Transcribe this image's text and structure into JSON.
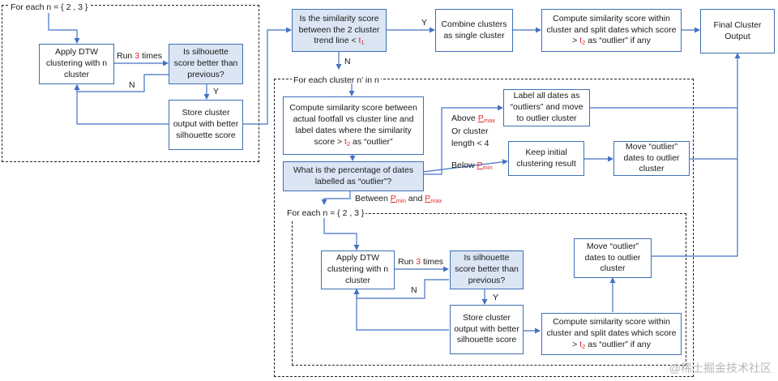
{
  "frame_labels": {
    "outer_loop": "For each n = { 2 , 3 }",
    "cluster_loop": "For each cluster n’ in n",
    "inner_loop": "For each n = { 2 , 3 }"
  },
  "nodes": {
    "apply_dtw_1": "Apply DTW clustering with n cluster",
    "silhouette_1": "Is silhouette score better than previous?",
    "store_1": "Store cluster output with better silhouette score",
    "similarity_q_pre": "Is the similarity score between the 2 cluster trend line < ",
    "similarity_q_sym": "t",
    "similarity_q_sub": "1",
    "combine": "Combine clusters as single cluster",
    "compute_split_1_pre": "Compute similarity score within cluster and split dates which score > ",
    "compute_split_1_sym": "t",
    "compute_split_1_sub": "2",
    "compute_split_1_post": " as “outlier” if any",
    "final": "Final Cluster Output",
    "compute_footfall_pre": "Compute similarity score between actual footfall vs cluster line and label dates where the similarity score > ",
    "compute_footfall_sym": "t",
    "compute_footfall_sub": "2",
    "compute_footfall_post": " as “outlier”",
    "percentage_q": "What is the percentage of dates labelled as “outlier”?",
    "label_all": "Label all dates as “outliers” and move to outlier cluster",
    "keep_initial": "Keep initial clustering result",
    "move_outlier_1": "Move “outlier” dates to outlier cluster",
    "apply_dtw_2": "Apply DTW clustering with n cluster",
    "silhouette_2": "Is silhouette score better than previous?",
    "store_2": "Store cluster output with better silhouette score",
    "compute_split_2_pre": "Compute similarity score within cluster and split dates which score > ",
    "compute_split_2_sym": "t",
    "compute_split_2_sub": "2",
    "compute_split_2_post": " as “outlier” if any",
    "move_outlier_2": "Move “outlier” dates to outlier cluster"
  },
  "edge_labels": {
    "run_prefix_1": "Run ",
    "run_count_1": "3",
    "run_suffix_1": " times",
    "yes_1": "Y",
    "no_1": "N",
    "yes_sim": "Y",
    "no_sim": "N",
    "above_pre": "Above ",
    "above_sym": "P",
    "above_sub": "max",
    "above_line2": "Or cluster",
    "above_line3": "length < 4",
    "below_pre": "Below ",
    "below_sym": "P",
    "below_sub": "min",
    "between_pre": "Between ",
    "between_sym1": "P",
    "between_sub1": "min",
    "between_mid": " and ",
    "between_sym2": "P",
    "between_sub2": "max",
    "run_prefix_2": "Run ",
    "run_count_2": "3",
    "run_suffix_2": " times",
    "yes_2": "Y",
    "no_2": "N"
  },
  "watermark": "@稀土掘金技术社区",
  "colors": {
    "box_border": "#3f6fb5",
    "box_highlight": "#dbe5f4",
    "arrow": "#4472c4",
    "accent_red": "#d92b2b",
    "frame": "#222222"
  }
}
